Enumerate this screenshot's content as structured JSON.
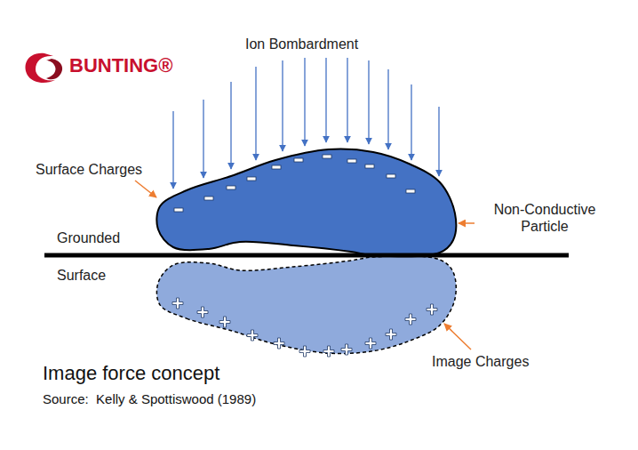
{
  "diagram": {
    "title": "Image force concept",
    "caption": "Source:  Kelly & Spottiswood (1989)",
    "labels": [
      "BUNTING®",
      "Ion Bombardment",
      "Surface Charges",
      "Non-Conductive Particle",
      "Grounded",
      "Surface",
      "Image Charges"
    ]
  }
}
